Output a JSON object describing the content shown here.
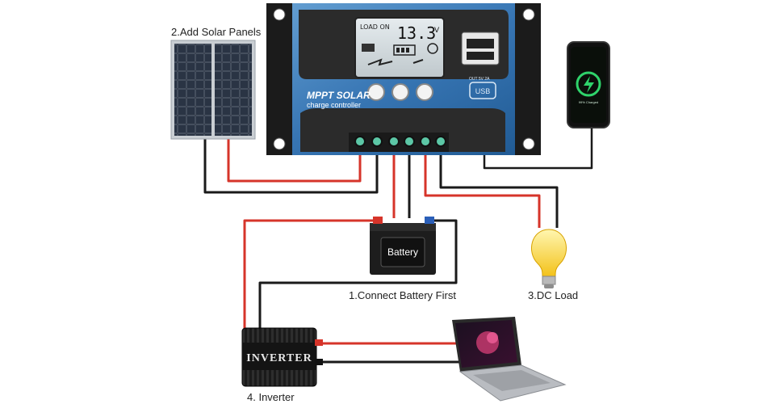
{
  "controller": {
    "brand_line1": "MPPT SOLAR",
    "brand_line2": "charge controller",
    "lcd_status": "LOAD ON",
    "lcd_value": "13.3",
    "lcd_unit": "V",
    "usb_label": "USB",
    "usb_rating": "OUT 5V 2A"
  },
  "battery": {
    "label": "Battery"
  },
  "inverter": {
    "label": "INVERTER"
  },
  "captions": {
    "solar": "2.Add Solar Panels",
    "battery": "1.Connect Battery First",
    "load": "3.DC Load",
    "inverter": "4. Inverter"
  },
  "phone": {
    "screen_text": "99% Charged"
  },
  "colors": {
    "positive_wire": "#d6342a",
    "negative_wire": "#1a1a1a",
    "controller_blue": "#3a7fc4"
  }
}
